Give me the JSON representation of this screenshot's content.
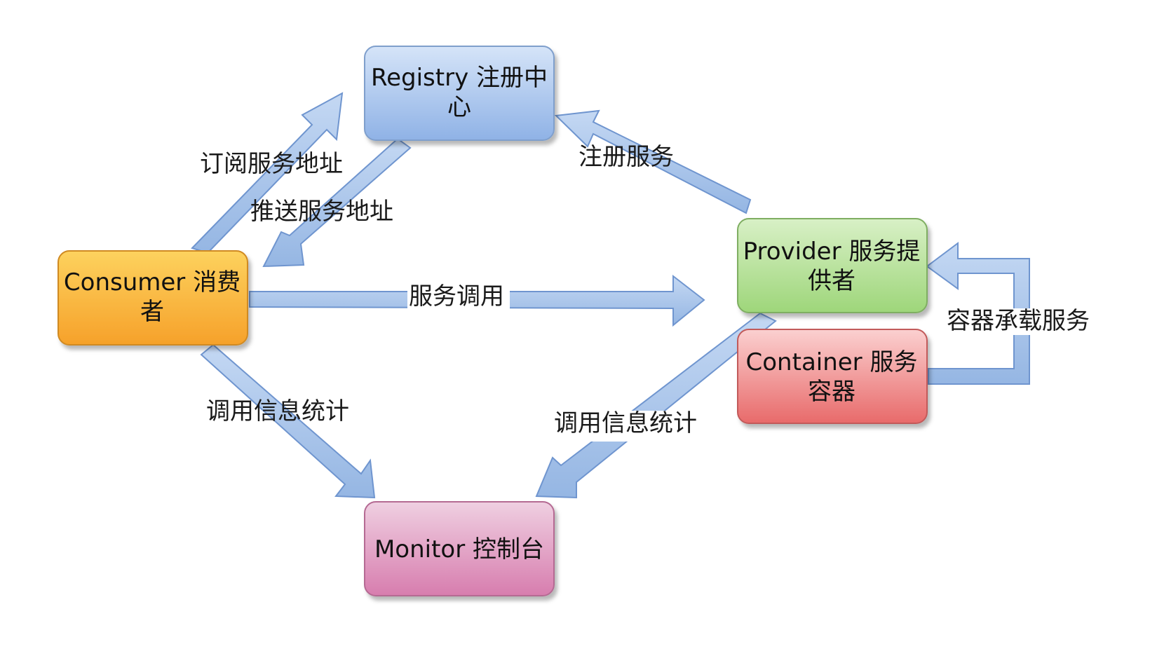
{
  "nodes": {
    "registry": {
      "line1": "Registry 注册中",
      "line2": "心"
    },
    "consumer": {
      "line1": "Consumer 消费",
      "line2": "者"
    },
    "provider": {
      "line1": "Provider 服务提",
      "line2": "供者"
    },
    "container": {
      "line1": "Container 服务",
      "line2": "容器"
    },
    "monitor": {
      "line1": "Monitor 控制台"
    }
  },
  "edges": {
    "subscribe": "订阅服务地址",
    "notify": "推送服务地址",
    "register": "注册服务",
    "invoke": "服务调用",
    "consumer_count": "调用信息统计",
    "provider_count": "调用信息统计",
    "start": "容器承载服务"
  },
  "colors": {
    "arrow_fill": "#aac6ec",
    "arrow_stroke": "#6f95cf",
    "registry": "#a9c8ee",
    "consumer": "#f8b43a",
    "provider": "#b9e09e",
    "container": "#f08c8c",
    "monitor": "#dc9cc0"
  }
}
